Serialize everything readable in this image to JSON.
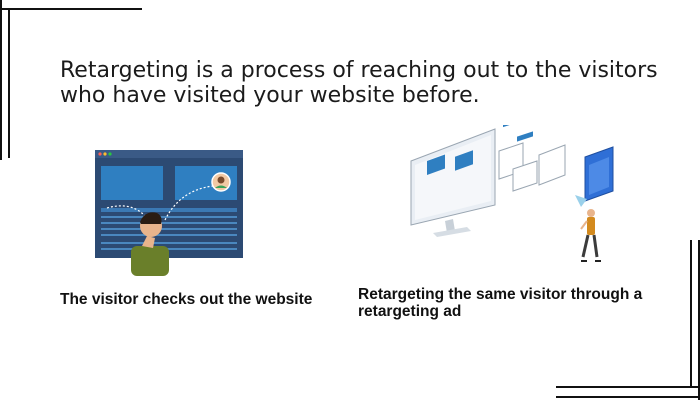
{
  "headline": {
    "line1": "Retargeting is a process of reaching out to the visitors",
    "line2": "who have visited your website before."
  },
  "left_panel": {
    "caption": "The visitor checks out the website",
    "icons": [
      "browser-window-icon",
      "visitor-person-icon",
      "avatar-icon"
    ]
  },
  "right_panel": {
    "caption": "Retargeting the same visitor through a retargeting ad",
    "icons": [
      "monitor-icon",
      "floating-ad-windows-icon",
      "walking-person-icon"
    ]
  },
  "colors": {
    "accent_blue": "#2f7fc1",
    "dark_panel": "#2c4a73",
    "frame_lines": "#111111"
  }
}
